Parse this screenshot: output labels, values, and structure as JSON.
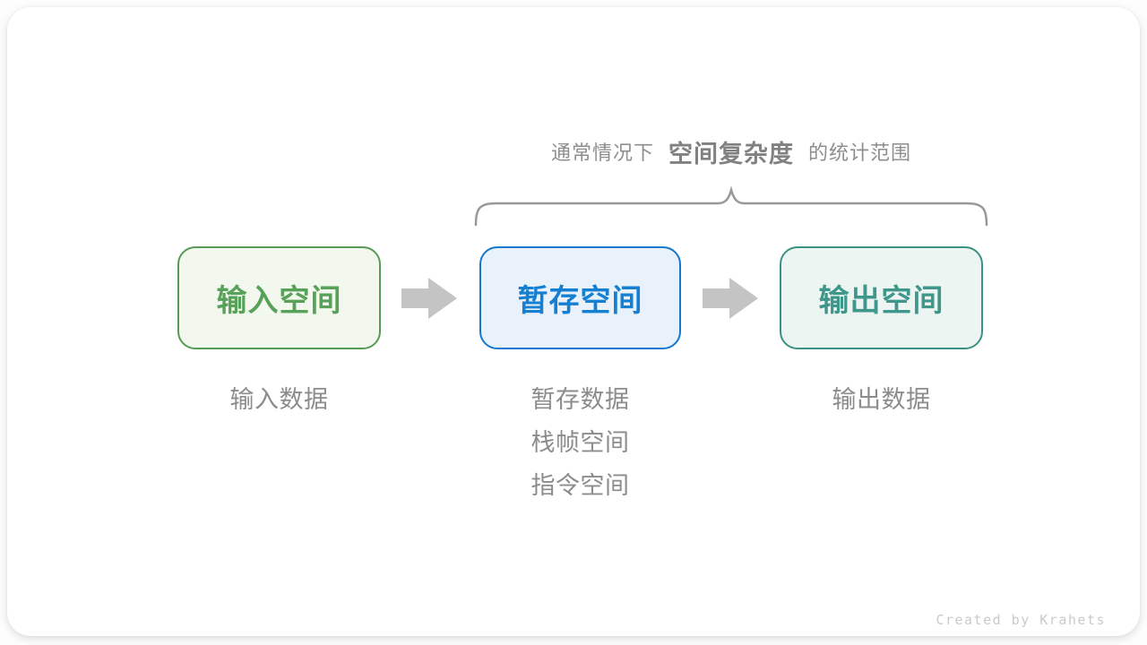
{
  "title": {
    "prefix": "通常情况下",
    "highlight": "空间复杂度",
    "suffix": "的统计范围"
  },
  "boxes": [
    {
      "label": "输入空间",
      "sub_labels": [
        "输入数据"
      ],
      "text_color": "#57a158",
      "border_color": "#569c56",
      "bg_color": "#f2f8ee"
    },
    {
      "label": "暂存空间",
      "sub_labels": [
        "暂存数据",
        "栈帧空间",
        "指令空间"
      ],
      "text_color": "#157fd2",
      "border_color": "#1478ce",
      "bg_color": "#e9f2fb"
    },
    {
      "label": "输出空间",
      "sub_labels": [
        "输出数据"
      ],
      "text_color": "#3f968a",
      "border_color": "#3b9184",
      "bg_color": "#edf5f2"
    }
  ],
  "colors": {
    "arrow": "#c4c4c4",
    "brace": "#999999",
    "title_text": "#8e8e8e",
    "title_highlight": "#818181",
    "sub_label": "#8c8c8c",
    "footer": "#cacaca"
  },
  "footer": {
    "credit": "Created by Krahets"
  }
}
